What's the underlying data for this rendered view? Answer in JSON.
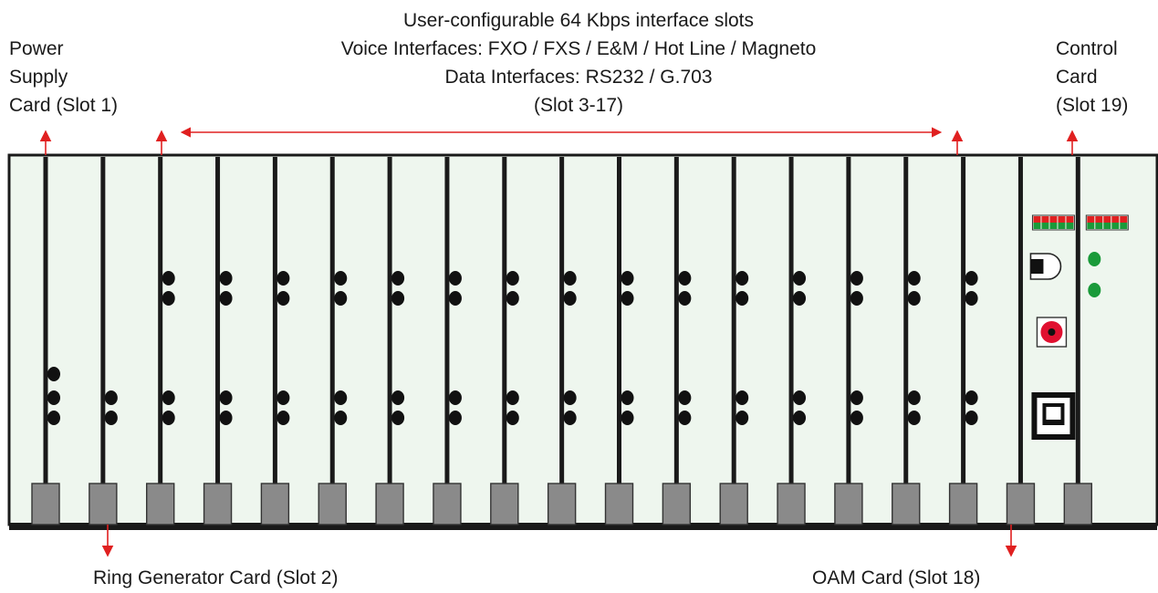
{
  "labels": {
    "top_center": [
      "User-configurable 64 Kbps interface slots",
      "Voice Interfaces: FXO / FXS / E&M / Hot Line / Magneto",
      "Data Interfaces: RS232 / G.703",
      "(Slot 3-17)"
    ],
    "power_supply": [
      "Power",
      "Supply",
      "Card (Slot 1)"
    ],
    "control_card": [
      "Control",
      "Card",
      "(Slot 19)"
    ],
    "ring_generator": "Ring Generator Card (Slot 2)",
    "oam_card": "OAM Card (Slot 18)"
  },
  "colors": {
    "chassis_fill": "#eef6ee",
    "chassis_border": "#1a1a1a",
    "arrow": "#e02020",
    "led_green": "#1a9a3a",
    "led_red": "#e02020",
    "connector": "#8a8a8a",
    "bnc_red": "#e01030"
  },
  "chassis": {
    "slot_count": 19,
    "control_card_leds": 2
  }
}
